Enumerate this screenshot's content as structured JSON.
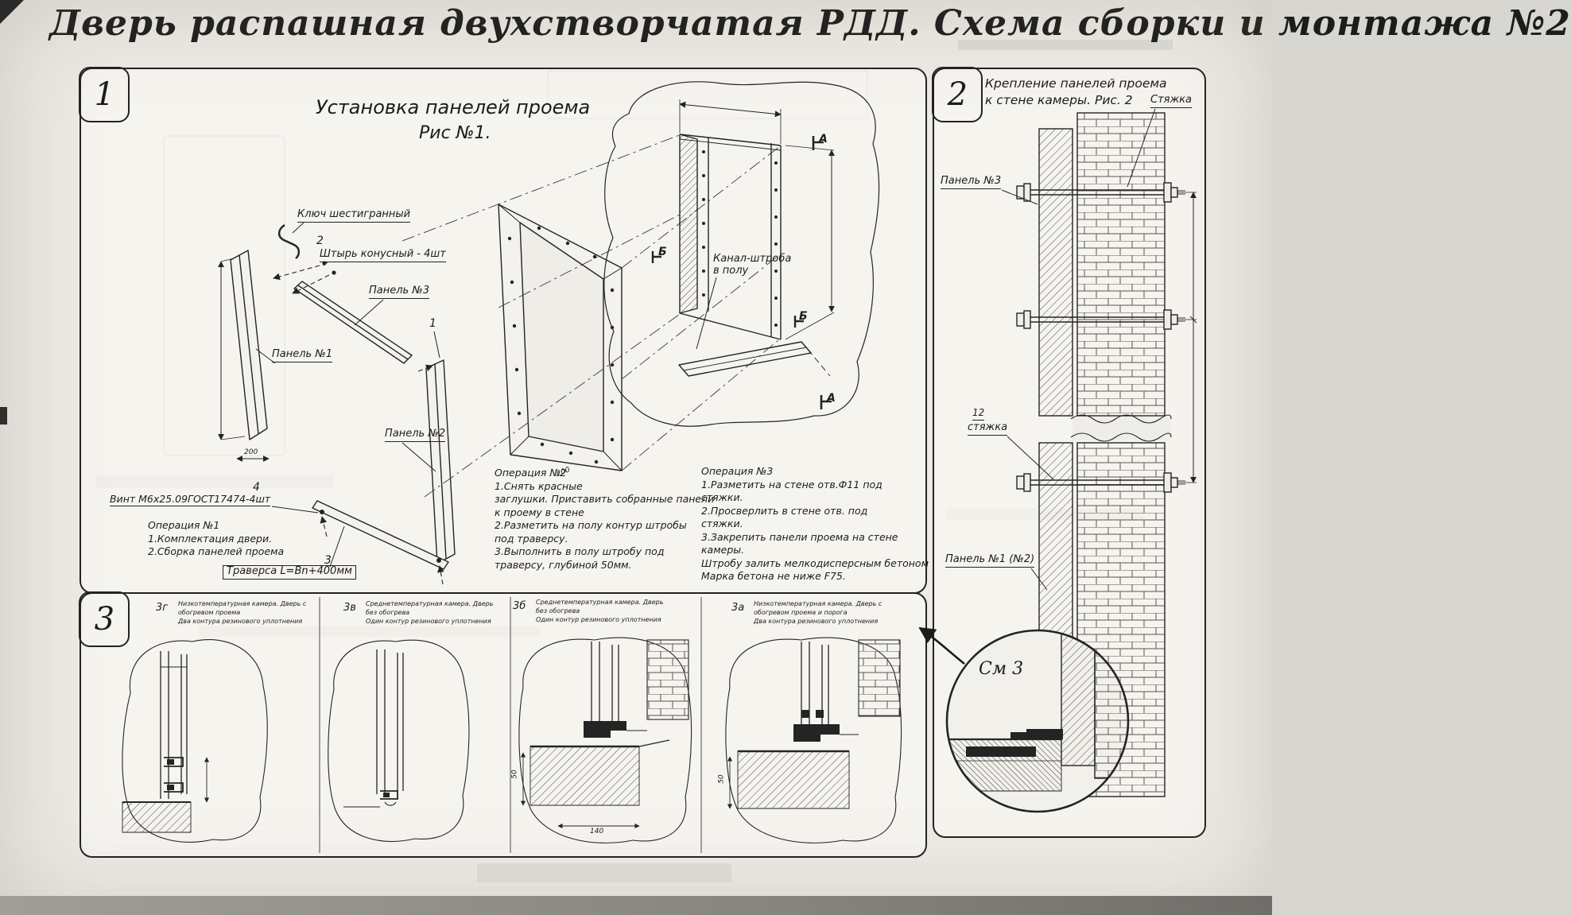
{
  "page": {
    "title": "Дверь распашная двухстворчатая РДД.  Схема сборки и монтажа №2"
  },
  "panel1": {
    "number": "1",
    "fig_title": "Установка панелей проема",
    "fig_subtitle": "Рис №1.",
    "labels": {
      "hex_key": "Ключ шестигранный",
      "pin_num": "2",
      "pin": "Штырь конусный - 4шт",
      "panel3": "Панель №3",
      "item1": "1",
      "panel1": "Панель №1",
      "panel2": "Панель №2",
      "item4": "4",
      "screw": "Винт М6х25.09ГОСТ17474-4шт",
      "item3": "3",
      "traverse": "Траверса  L=Bn+400мм",
      "channel": "Канал-штроба\nв полу",
      "sec_a": "А",
      "sec_b": "Б"
    },
    "dims": {
      "d200": "200"
    },
    "op1": "Операция №1\n1.Комплектация двери.\n2.Сборка панелей проема",
    "op2": "Операция №2\n1.Снять красные\nзаглушки. Приставить собранные панели\nк проему в стене\n2.Разметить на полу контур штробы\nпод траверсу.\n3.Выполнить в полу штробу под\nтраверсу, глубиной 50мм.",
    "op3": "Операция №3\n1.Разметить на стене отв.Ф11 под\nстяжки.\n2.Просверлить в стене отв.  под\nстяжки.\n3.Закрепить панели проема на стене камеры.\nШтробу залить мелкодисперсным бетоном\nМарка бетона не ниже   F75."
  },
  "panel2": {
    "number": "2",
    "fig_title": "Крепление панелей проема\nк стене камеры. Рис. 2",
    "labels": {
      "tie_top": "Стяжка",
      "panel3": "Панель №3",
      "tie_num": "12",
      "tie": "стяжка",
      "panel12": "Панель №1 (№2)",
      "see3": "См 3"
    }
  },
  "panel3": {
    "number": "3",
    "sections": [
      {
        "id": "3г",
        "caption": "Низкотемпературная камера. Дверь с обогревом проема\nДва контура резинового уплотнения"
      },
      {
        "id": "3в",
        "caption": "Среднетемпературная камера. Дверь без обогрева\nОдин контур резинового уплотнения"
      },
      {
        "id": "3б",
        "caption": "Среднетемпературная камера. Дверь без обогрева\nОдин контур резинового уплотнения"
      },
      {
        "id": "3а",
        "caption": "Низкотемпературная камера. Дверь с обогревом проема и порога\nДва контура резинового уплотнения"
      }
    ],
    "dims": {
      "d140": "140",
      "d50": "50"
    }
  }
}
